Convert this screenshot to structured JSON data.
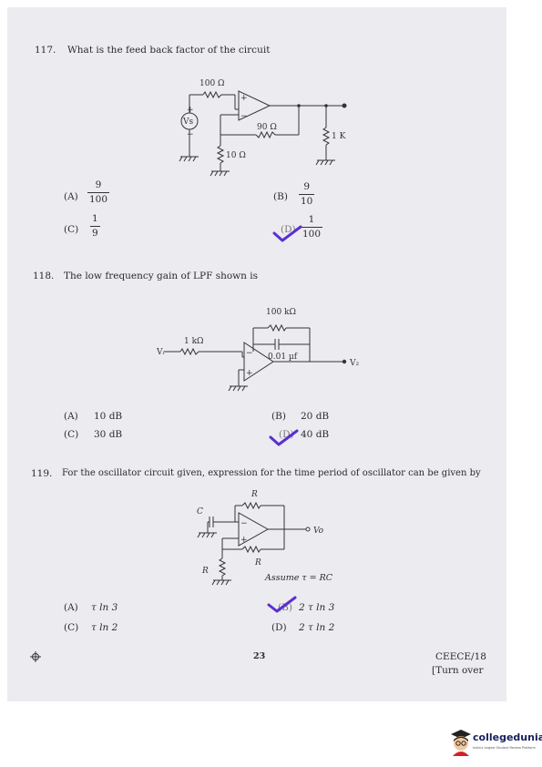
{
  "q117": {
    "number": "117.",
    "question": "What is the feed back factor of the circuit",
    "circuit": {
      "r_top": "100 Ω",
      "source": "Vs",
      "r_fb": "90 Ω",
      "r_gnd": "10 Ω",
      "r_load": "1 K"
    },
    "options": [
      {
        "letter": "(A)",
        "num": "9",
        "den": "100"
      },
      {
        "letter": "(B)",
        "num": "9",
        "den": "10"
      },
      {
        "letter": "(C)",
        "num": "1",
        "den": "9"
      },
      {
        "letter": "(D)",
        "num": "1",
        "den": "100"
      }
    ]
  },
  "q118": {
    "number": "118.",
    "question": "The low frequency gain of LPF shown is",
    "circuit": {
      "r_fb": "100 kΩ",
      "r_in": "1 kΩ",
      "cap": "0.01 µf",
      "vin": "Vᵢ",
      "vout": "V₂"
    },
    "options": [
      {
        "letter": "(A)",
        "text": "10 dB"
      },
      {
        "letter": "(B)",
        "text": "20 dB"
      },
      {
        "letter": "(C)",
        "text": "30 dB"
      },
      {
        "letter": "(D)",
        "text": "40 dB"
      }
    ]
  },
  "q119": {
    "number": "119.",
    "question": "For the oscillator circuit given, expression for the time period of oscillator can be given by",
    "circuit": {
      "cap": "C",
      "r_top": "R",
      "r_mid": "R",
      "r_gnd": "R",
      "vout": "Vo",
      "assume": "Assume τ = RC"
    },
    "options": [
      {
        "letter": "(A)",
        "text": "τ ln 3"
      },
      {
        "letter": "(B)",
        "text": "2 τ ln 3"
      },
      {
        "letter": "(C)",
        "text": "τ ln 2"
      },
      {
        "letter": "(D)",
        "text": "2 τ ln 2"
      }
    ]
  },
  "footer": {
    "page": "23",
    "code": "CEECE/18",
    "turn": "[Turn over"
  },
  "brand": {
    "name": "collegedunia",
    "tagline": "India's largest Student Review Platform"
  },
  "colors": {
    "paper": "#ecebf0",
    "mark": "#5a2fd0",
    "brand": "#1a1f5c"
  }
}
